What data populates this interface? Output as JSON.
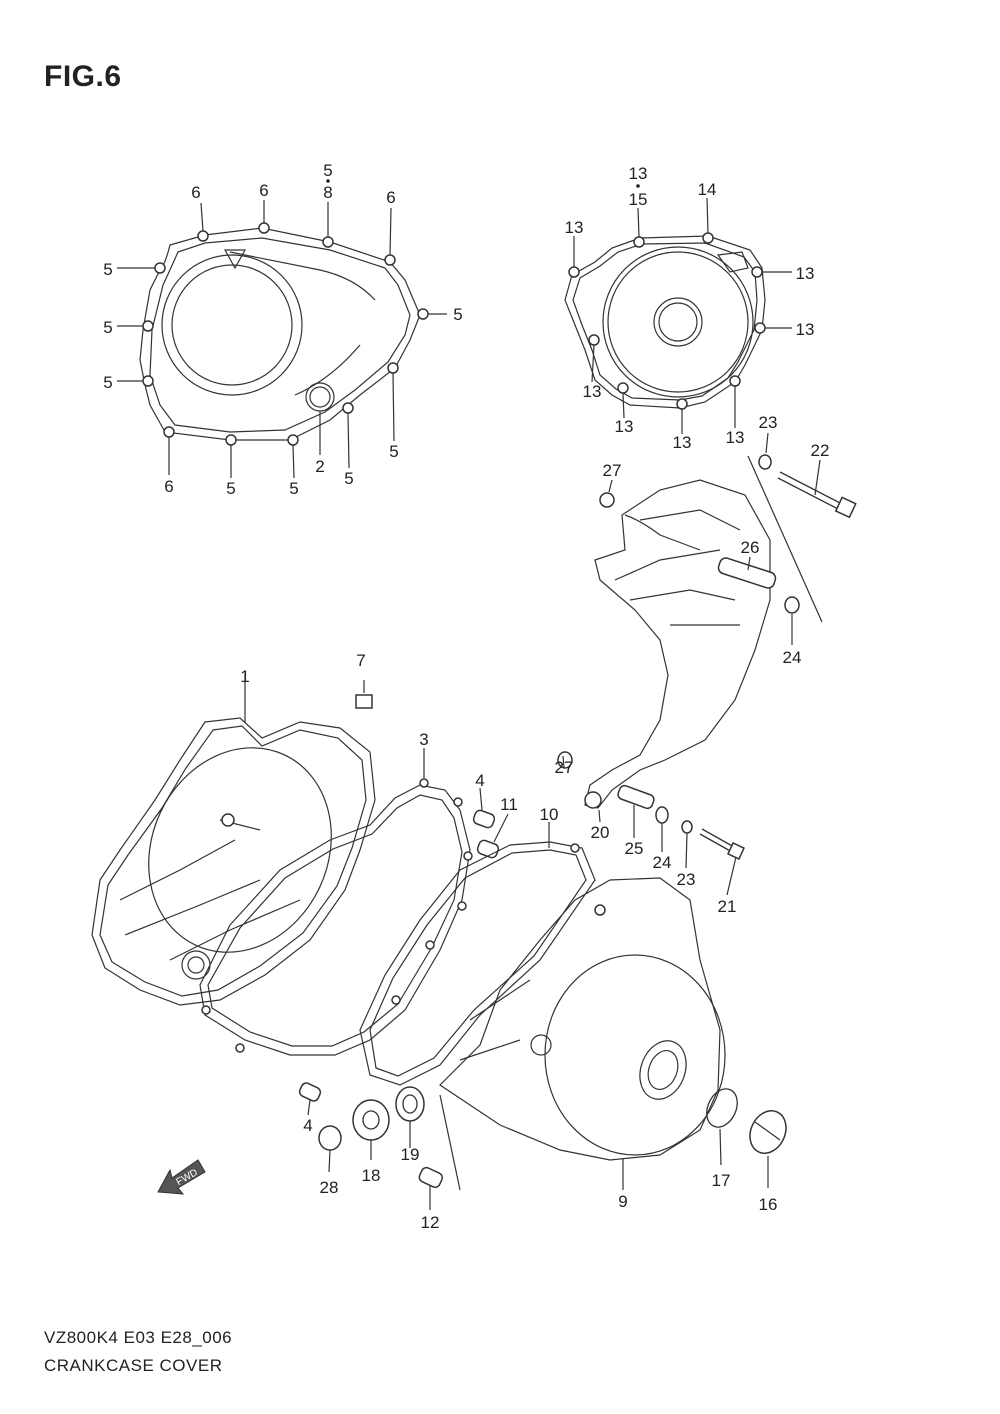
{
  "figure": {
    "title": "FIG.6"
  },
  "footer": {
    "code": "VZ800K4  E03  E28_006",
    "name": "CRANKCASE COVER"
  },
  "fwd_label": "FWD",
  "callouts": [
    {
      "id": "c1",
      "text": "6"
    },
    {
      "id": "c2",
      "text": "6"
    },
    {
      "id": "c3",
      "text": "5"
    },
    {
      "id": "c4",
      "text": "8"
    },
    {
      "id": "c5",
      "text": "6"
    },
    {
      "id": "c6",
      "text": "5"
    },
    {
      "id": "c7",
      "text": "5"
    },
    {
      "id": "c8",
      "text": "5"
    },
    {
      "id": "c9",
      "text": "5"
    },
    {
      "id": "c10",
      "text": "6"
    },
    {
      "id": "c11",
      "text": "5"
    },
    {
      "id": "c12",
      "text": "5"
    },
    {
      "id": "c13",
      "text": "2"
    },
    {
      "id": "c14",
      "text": "5"
    },
    {
      "id": "c15",
      "text": "5"
    },
    {
      "id": "c16",
      "text": "13"
    },
    {
      "id": "c17",
      "text": "15"
    },
    {
      "id": "c18",
      "text": "14"
    },
    {
      "id": "c19",
      "text": "13"
    },
    {
      "id": "c20",
      "text": "13"
    },
    {
      "id": "c21",
      "text": "13"
    },
    {
      "id": "c22",
      "text": "13"
    },
    {
      "id": "c23",
      "text": "13"
    },
    {
      "id": "c24",
      "text": "13"
    },
    {
      "id": "c25",
      "text": "13"
    },
    {
      "id": "c26",
      "text": "23"
    },
    {
      "id": "c27",
      "text": "22"
    },
    {
      "id": "c28",
      "text": "27"
    },
    {
      "id": "c29",
      "text": "26"
    },
    {
      "id": "c30",
      "text": "24"
    },
    {
      "id": "c31",
      "text": "7"
    },
    {
      "id": "c32",
      "text": "1"
    },
    {
      "id": "c33",
      "text": "3"
    },
    {
      "id": "c34",
      "text": "4"
    },
    {
      "id": "c35",
      "text": "11"
    },
    {
      "id": "c36",
      "text": "10"
    },
    {
      "id": "c37",
      "text": "27"
    },
    {
      "id": "c38",
      "text": "20"
    },
    {
      "id": "c39",
      "text": "25"
    },
    {
      "id": "c40",
      "text": "24"
    },
    {
      "id": "c41",
      "text": "23"
    },
    {
      "id": "c42",
      "text": "21"
    },
    {
      "id": "c43",
      "text": "4"
    },
    {
      "id": "c44",
      "text": "28"
    },
    {
      "id": "c45",
      "text": "18"
    },
    {
      "id": "c46",
      "text": "19"
    },
    {
      "id": "c47",
      "text": "12"
    },
    {
      "id": "c48",
      "text": "9"
    },
    {
      "id": "c49",
      "text": "17"
    },
    {
      "id": "c50",
      "text": "16"
    }
  ]
}
